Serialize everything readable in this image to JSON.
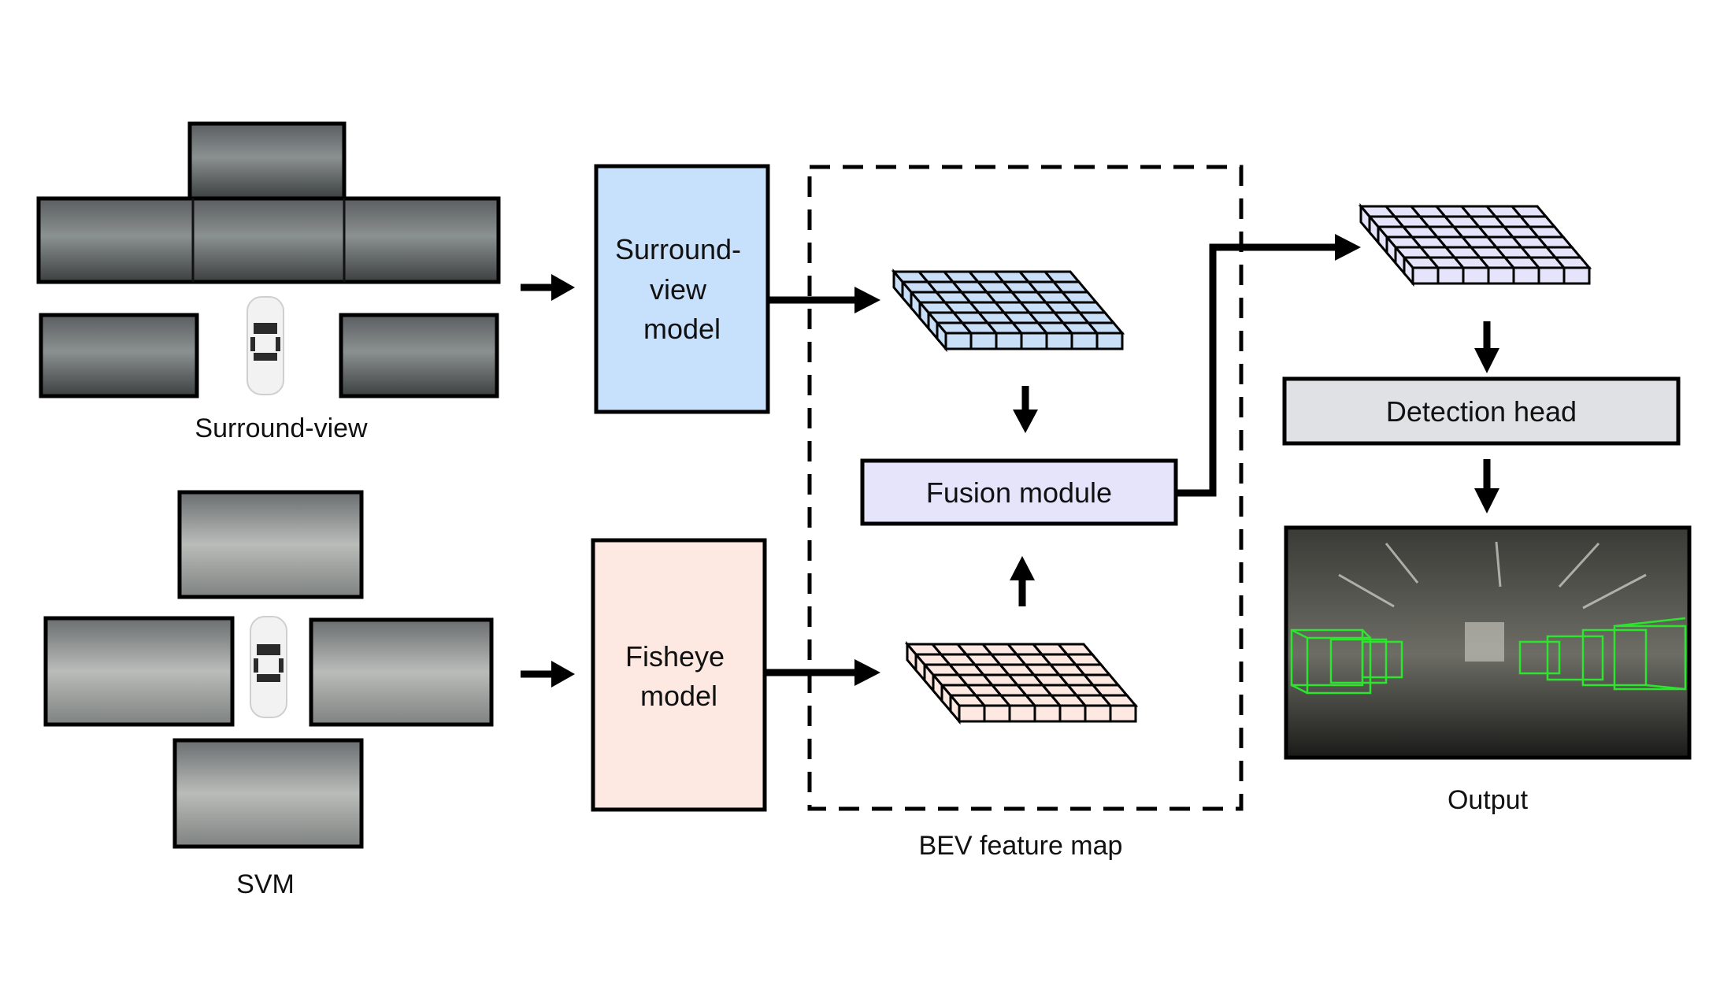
{
  "inputs": {
    "surround_view_label": "Surround-view",
    "svm_label": "SVM"
  },
  "models": {
    "surround_view_model": "Surround-\nview\nmodel",
    "fisheye_model": "Fisheye\nmodel"
  },
  "bev": {
    "fusion_module": "Fusion module",
    "caption": "BEV feature map"
  },
  "head": {
    "detection_head": "Detection head",
    "output_label": "Output"
  },
  "colors": {
    "surround_model_fill": "#c7e0fb",
    "fisheye_model_fill": "#fde9e1",
    "fusion_fill": "#e6e4fb",
    "detection_fill": "#dfe1e5",
    "bev_surround_cell": "#c9def7",
    "bev_fisheye_cell": "#fde9e1",
    "bev_fused_cell": "#e6e4fb",
    "detection_box_color": "#2ee52e"
  },
  "icons": [
    "car-icon",
    "camera-thumbnail",
    "bev-grid-icon",
    "arrow-icon"
  ]
}
